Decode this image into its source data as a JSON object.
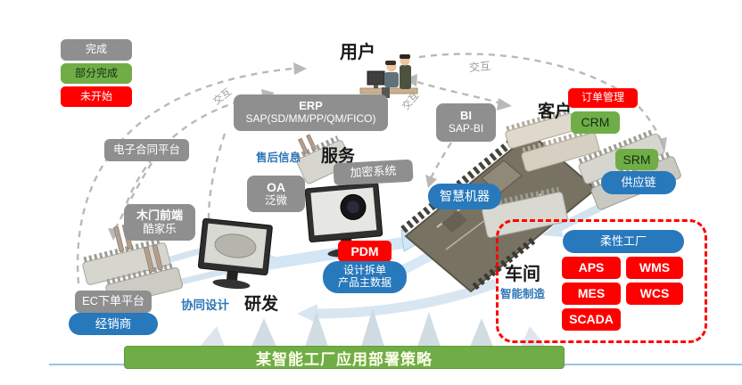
{
  "legend": {
    "items": [
      {
        "label": "完成",
        "color": "#8f8f8f"
      },
      {
        "label": "部分完成",
        "color": "#70ad47"
      },
      {
        "label": "未开始",
        "color": "#ff0000"
      }
    ]
  },
  "interactions": [
    "交互",
    "交互",
    "交互"
  ],
  "nodes": {
    "user": "用户",
    "erp_title": "ERP",
    "erp_sub": "SAP(SD/MM/PP/QM/FICO)",
    "bi_title": "BI",
    "bi_sub": "SAP-BI",
    "customer": "客户",
    "order_mgmt": "订单管理",
    "crm": "CRM",
    "srm": "SRM",
    "supply_chain": "供应链",
    "e_contract": "电子合同平台",
    "after_sales": "售后信息",
    "service": "服务",
    "encryption": "加密系统",
    "oa_title": "OA",
    "oa_sub": "泛微",
    "smart_machine": "智慧机器",
    "wood_front": "木门前端",
    "kujiale": "酷家乐",
    "pdm": "PDM",
    "design_split": "设计拆单",
    "product_master": "产品主数据",
    "ec_platform": "EC下单平台",
    "dealer": "经销商",
    "collab_design": "协同设计",
    "rnd": "研发",
    "workshop": "车间",
    "smart_mfg": "智能制造",
    "flexible_factory": "柔性工厂",
    "aps": "APS",
    "wms": "WMS",
    "mes": "MES",
    "wcs": "WCS",
    "scada": "SCADA"
  },
  "banner": {
    "title": "某智能工厂应用部署策略"
  },
  "colors": {
    "done_gray": "#8f8f8f",
    "partial_green": "#70ad47",
    "not_started_red": "#ff0000",
    "system_blue": "#2878bc",
    "blue_text": "#2e75b6",
    "dashed_border_red": "#ff0000",
    "banner_green": "#70ad47",
    "connector_gray": "#b9b9b9",
    "arrow_lightblue": "#cfe3f2"
  }
}
